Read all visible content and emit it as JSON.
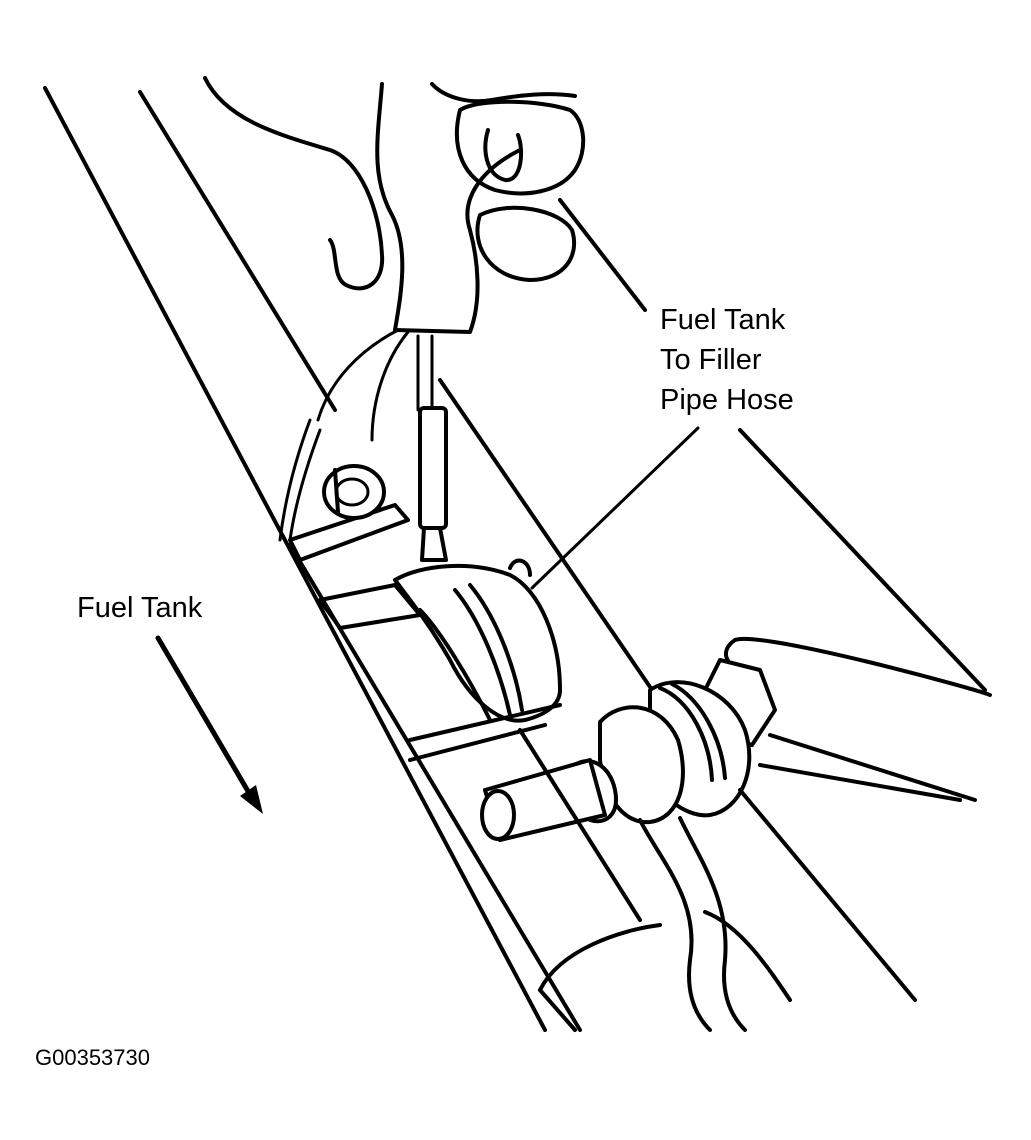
{
  "diagram": {
    "labels": {
      "hose": [
        "Fuel Tank",
        "To Filler",
        "Pipe Hose"
      ],
      "tank": "Fuel Tank",
      "figure_id": "G00353730"
    },
    "colors": {
      "ink": "#000000",
      "background": "#ffffff"
    }
  }
}
